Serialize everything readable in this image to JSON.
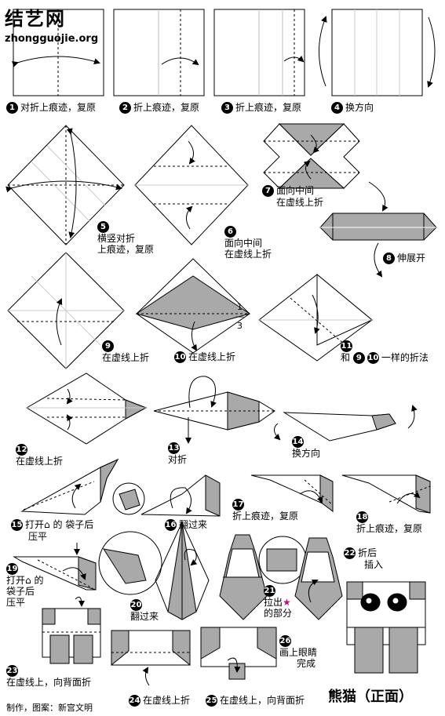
{
  "watermark": {
    "title": "结艺网",
    "url": "zhongguojie.org"
  },
  "steps": [
    {
      "n": "1",
      "text": "对折上痕迹，复原"
    },
    {
      "n": "2",
      "text": "折上痕迹，复原"
    },
    {
      "n": "3",
      "text": "折上痕迹，复原"
    },
    {
      "n": "4",
      "text": "换方向"
    },
    {
      "n": "5",
      "text": "横竖对折",
      "text2": "上痕迹，复原"
    },
    {
      "n": "6",
      "text": "面向中间",
      "text2": "在虚线上折"
    },
    {
      "n": "7",
      "text": "面向中间",
      "text2": "在虚线上折"
    },
    {
      "n": "8",
      "text": "伸展开"
    },
    {
      "n": "9",
      "text": "在虚线上折"
    },
    {
      "n": "10",
      "text": "在虚线上折"
    },
    {
      "n": "11",
      "text": "和",
      "text2": "一样的折法",
      "ref_a": "9",
      "ref_b": "10"
    },
    {
      "n": "12",
      "text": "在虚线上折"
    },
    {
      "n": "13",
      "text": "对折"
    },
    {
      "n": "14",
      "text": "换方向"
    },
    {
      "n": "15",
      "text": "打开",
      "text2": "的 袋子后",
      "text3": "压平"
    },
    {
      "n": "16",
      "text": "翻过来"
    },
    {
      "n": "17",
      "text": "折上痕迹，复原"
    },
    {
      "n": "18",
      "text": "折上痕迹，复原"
    },
    {
      "n": "19",
      "text": "打开",
      "text2": "的",
      "text3": "袋子后",
      "text4": "压平"
    },
    {
      "n": "20",
      "text": "翻过来"
    },
    {
      "n": "21",
      "text": "拉出",
      "text2": "的部分"
    },
    {
      "n": "22",
      "text": "折后",
      "text2": "插入"
    },
    {
      "n": "23",
      "text": "在虚线上，向背面折"
    },
    {
      "n": "24",
      "text": "在虚线上折"
    },
    {
      "n": "25",
      "text": "在虚线上，向背面折"
    },
    {
      "n": "26",
      "text": "画上眼睛",
      "text2": "完成"
    }
  ],
  "fraction": {
    "num": "1",
    "den": "3"
  },
  "star": "★",
  "result_title": "熊猫（正面）",
  "credit": "制作，图案：新宫文明",
  "colors": {
    "paper_grey": "#a9a9a9",
    "line": "#000000",
    "crease": "#bfbfbf",
    "star": "#e0007a"
  }
}
